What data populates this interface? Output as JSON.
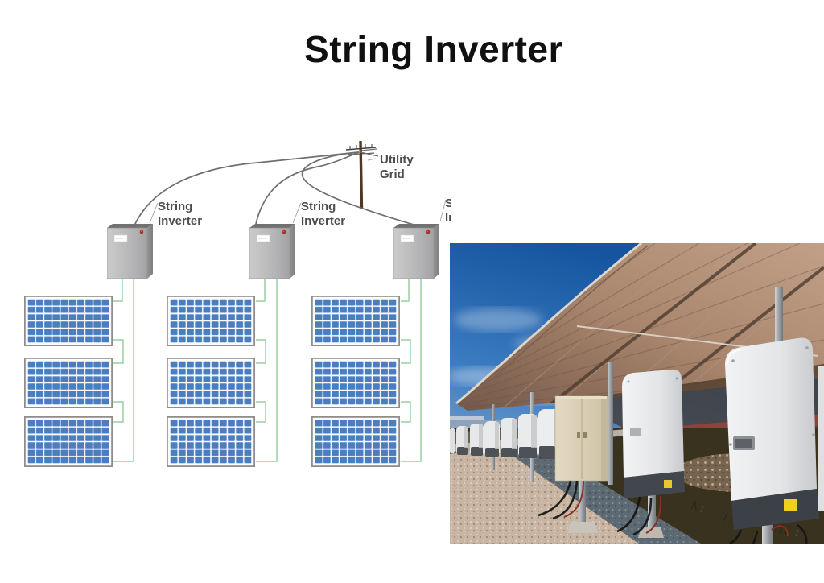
{
  "title": "String Inverter",
  "diagram": {
    "utility_grid_label": {
      "line1": "Utility",
      "line2": "Grid"
    },
    "inverter_labels": [
      {
        "line1": "String",
        "line2": "Inverter"
      },
      {
        "line1": "String",
        "line2": "Inverter"
      },
      {
        "line1": "String",
        "line2": "Inverter"
      }
    ],
    "structure": {
      "inverter_count": 3,
      "panel_columns": 3,
      "panels_per_column": 3,
      "panel_cell_grid": "10x6"
    },
    "colors": {
      "ac_wire_gray": "#6e6e6e",
      "dc_wire_green": "#97cfa2",
      "panel_cell_blue": "#4b7ec1",
      "inverter_body_gray": "#b4b4b6",
      "inverter_led_red": "#a93126",
      "pole_brown": "#53361f",
      "label_text": "#4d4d4d",
      "title_text": "#101010"
    }
  },
  "photo": {
    "colors": {
      "sky_blue": "#2166b0",
      "canopy_tan": "#b08d74",
      "inverter_white": "#e9eaeb",
      "junction_box_beige": "#dbd0b8",
      "beam_red": "#8d3a33",
      "gravel_tan": "#c7b4a2",
      "gravel_blue_gray": "#5d6a74",
      "soil_dark": "#39321f",
      "sticker_yellow": "#f0cf1d"
    }
  }
}
